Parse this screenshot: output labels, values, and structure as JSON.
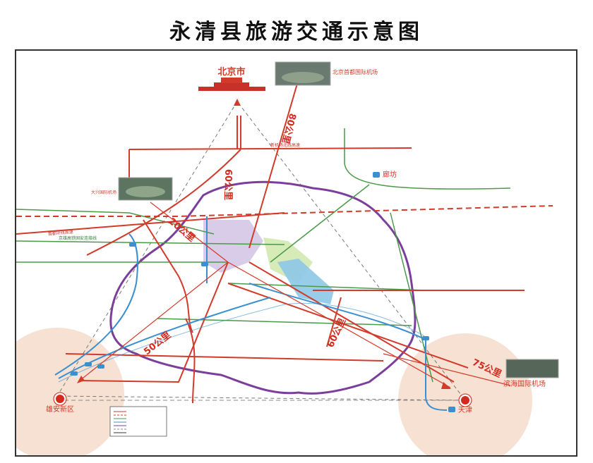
{
  "title": "永清县旅游交通示意图",
  "places": {
    "beijing": "北京市",
    "capital_airport": "北京首都国际机场",
    "daxing_airport": "大兴国际机场",
    "langfang": "廊坊",
    "xiongan": "雄安新区",
    "tianjin": "天津",
    "binhai_airport": "滨海国际机场"
  },
  "distances": {
    "to_beijing": "60公里",
    "to_capital_airport": "80公里",
    "to_daxing_airport": "20公里",
    "to_xiongan": "50公里",
    "to_tianjin": "60公里",
    "to_binhai_airport": "75公里"
  },
  "roads": {
    "capital_ring_expressway": "首都环线高速",
    "jingxiong_link": "京雄高铁固安连接线",
    "new_airport_north_line": "新机场北线高速"
  },
  "colors": {
    "highway": "#d23a2a",
    "railway": "#3a8fd0",
    "county_border": "#7b3f9b",
    "national_road": "#4a9a4a",
    "buffer": "#f6dccb"
  }
}
